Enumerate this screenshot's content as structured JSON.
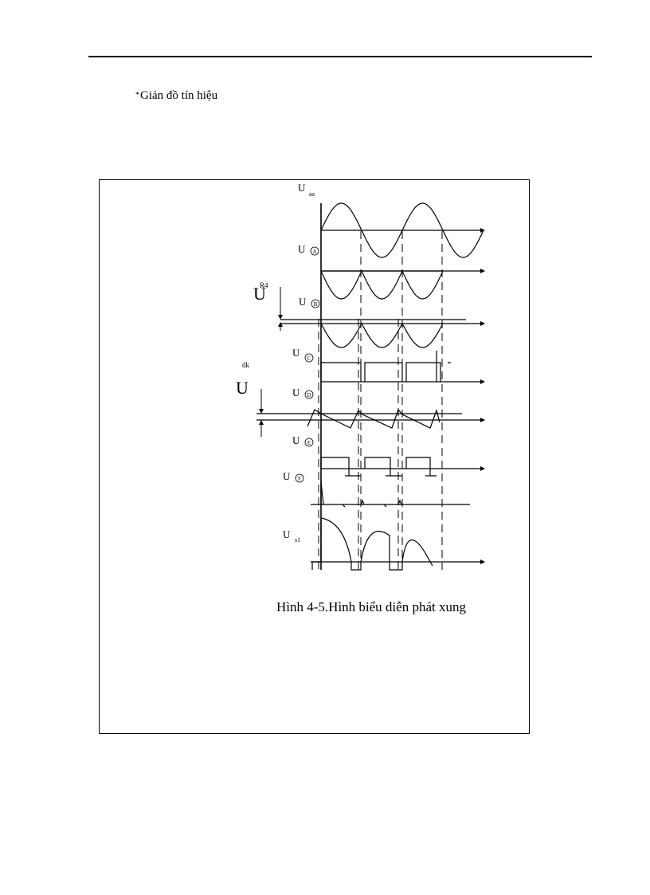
{
  "heading": {
    "bullet": "*",
    "text": "Giản  đồ tín hiệu"
  },
  "figure": {
    "caption": "Hình 4-5.Hình biểu diễn phát xung",
    "labels": {
      "uaa_main": "U",
      "uaa_sub": "aa",
      "ua_main": "U",
      "ua_circ": "A",
      "ub_main": "U",
      "ub_circ": "B",
      "uc_main": "U",
      "uc_circ": "C",
      "ud_main": "U",
      "ud_circ": "D",
      "ue_main": "U",
      "ue_circ": "E",
      "uf_main": "U",
      "uf_circ": "F",
      "us1_main": "U",
      "us1_sub": "s1",
      "ur4_main": "U",
      "ur4_sup": "R4",
      "udk_main": "U",
      "udk_sup": "dk"
    }
  }
}
